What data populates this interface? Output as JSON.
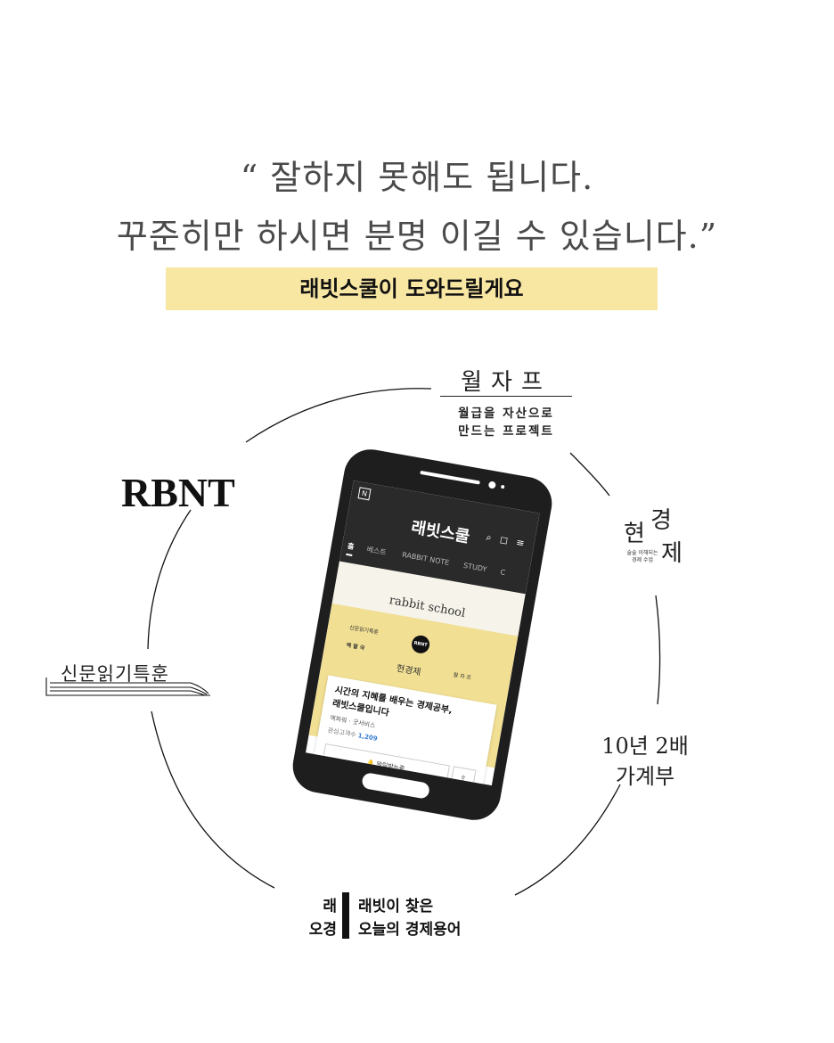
{
  "headline": {
    "line1": "“ 잘하지 못해도 됩니다.",
    "line2": "꾸준히만 하시면 분명 이길 수 있습니다.”"
  },
  "banner": {
    "text": "래빗스쿨이 도와드릴게요"
  },
  "services": {
    "wolja": {
      "title": "월자프",
      "sub1": "월급을 자산으로",
      "sub2": "만드는 프로젝트"
    },
    "hyeongyeong": {
      "char1": "현",
      "char2": "경",
      "char3": "제",
      "sub1": "술술 이해되는",
      "sub2": "경제 수업"
    },
    "rbnt": {
      "title": "RBNT"
    },
    "sinmun": {
      "title": "신문읽기특훈"
    },
    "gagyebu": {
      "line1": "10년 2배",
      "line2": "가계부"
    },
    "raeo": {
      "left1": "래",
      "left2": "오경",
      "right1": "래빗이 찾은",
      "right2": "오늘의 경제용어"
    }
  },
  "phone": {
    "app": {
      "logo": "N",
      "title": "래빗스쿨",
      "icons": "⌕ ◻ ≡",
      "tabs": [
        "홈",
        "베스트",
        "RABBIT NOTE",
        "STUDY",
        "C"
      ],
      "hero_title": "rabbit school",
      "mini_labels": {
        "sinmun": "신문읽기특훈",
        "rbnt": "RBNT",
        "hyeon": "현경제",
        "wol": "월 자 프",
        "baegyeong": "백 팔 국"
      },
      "card": {
        "title": "시간의 지혜를 배우는 경제공부, 래빗스쿨입니다",
        "meta": "액파워  ·  굿서비스",
        "count_label": "관심고객수",
        "count_value": "1,209",
        "notify_button": "🔔 알림받는중",
        "share_icon": "⇪"
      }
    }
  }
}
